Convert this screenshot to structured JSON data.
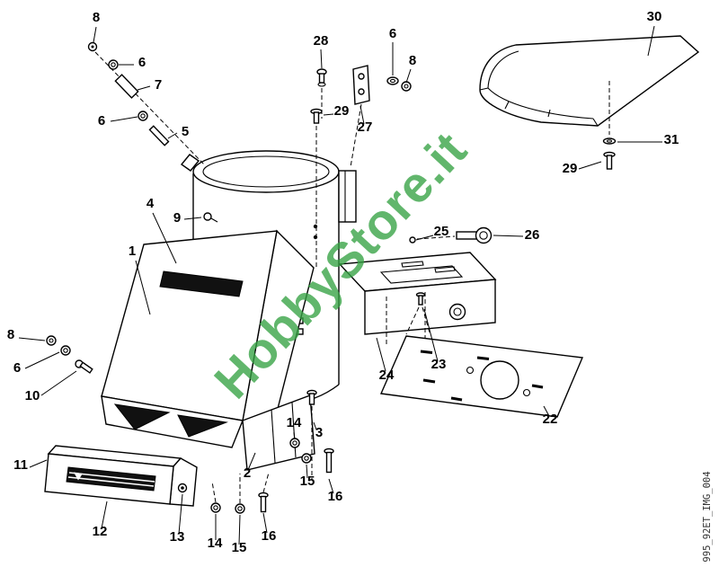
{
  "watermark": {
    "text": "HobbyStore.it",
    "color": "#35a243"
  },
  "image_code": {
    "text": "995_92ET_IMG_004"
  },
  "diagram": {
    "type": "exploded-parts-diagram",
    "callouts": [
      {
        "label": "8"
      },
      {
        "label": "6"
      },
      {
        "label": "7"
      },
      {
        "label": "6"
      },
      {
        "label": "5"
      },
      {
        "label": "28"
      },
      {
        "label": "6"
      },
      {
        "label": "8"
      },
      {
        "label": "29"
      },
      {
        "label": "27"
      },
      {
        "label": "30"
      },
      {
        "label": "31"
      },
      {
        "label": "29"
      },
      {
        "label": "4"
      },
      {
        "label": "9"
      },
      {
        "label": "1"
      },
      {
        "label": "25"
      },
      {
        "label": "26"
      },
      {
        "label": "8"
      },
      {
        "label": "6"
      },
      {
        "label": "10"
      },
      {
        "label": "23"
      },
      {
        "label": "24"
      },
      {
        "label": "22"
      },
      {
        "label": "14"
      },
      {
        "label": "3"
      },
      {
        "label": "2"
      },
      {
        "label": "15"
      },
      {
        "label": "16"
      },
      {
        "label": "11"
      },
      {
        "label": "12"
      },
      {
        "label": "13"
      },
      {
        "label": "14"
      },
      {
        "label": "15"
      },
      {
        "label": "16"
      }
    ]
  }
}
